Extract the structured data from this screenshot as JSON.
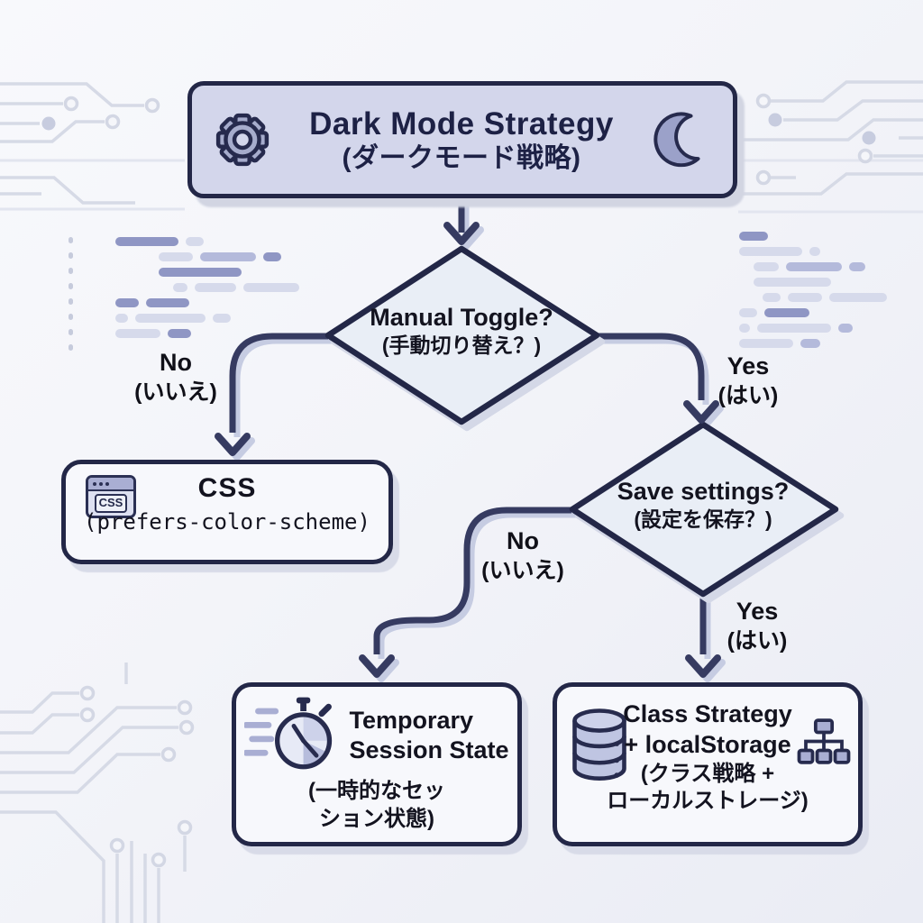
{
  "diagram": {
    "title": {
      "en": "Dark Mode Strategy",
      "jp": "(ダークモード戦略)"
    },
    "title_icons": {
      "left": "gear-icon",
      "right": "crescent-moon-icon"
    },
    "decisions": {
      "manual_toggle": {
        "en": "Manual Toggle?",
        "jp": "(手動切り替え？)"
      },
      "save_settings": {
        "en": "Save settings?",
        "jp": "(設定を保存？)"
      }
    },
    "branch_labels": {
      "manual_no": {
        "en": "No",
        "jp": "(いいえ)"
      },
      "manual_yes": {
        "en": "Yes",
        "jp": "(はい)"
      },
      "save_no": {
        "en": "No",
        "jp": "(いいえ)"
      },
      "save_yes": {
        "en": "Yes",
        "jp": "(はい)"
      }
    },
    "outcomes": {
      "css": {
        "title": "CSS",
        "subtitle": "(prefers-color-scheme)",
        "icon": "css-browser-window-icon",
        "icon_label": "CSS"
      },
      "temporary_session": {
        "en1": "Temporary",
        "en2": "Session State",
        "jp1": "(一時的なセッ",
        "jp2": "ション状態)",
        "icon": "stopwatch-icon"
      },
      "class_localstorage": {
        "en1": "Class Strategy",
        "en2": "+ localStorage",
        "jp1": "(クラス戦略 +",
        "jp2": "ローカルストレージ)",
        "icon_left": "database-icon",
        "icon_right": "class-hierarchy-icon"
      }
    },
    "colors": {
      "node_border": "#232747",
      "title_fill": "#d3d6eb",
      "diamond_fill": "#e9eef6",
      "leaf_fill": "#f7f8fc",
      "connector": "#363b61",
      "connector_shadow": "#c6cce2",
      "text": "#13131f",
      "circuit_trace": "#d6dae6",
      "code_pill_dark": "#8f96c4",
      "code_pill_light": "#d6daeb"
    }
  }
}
